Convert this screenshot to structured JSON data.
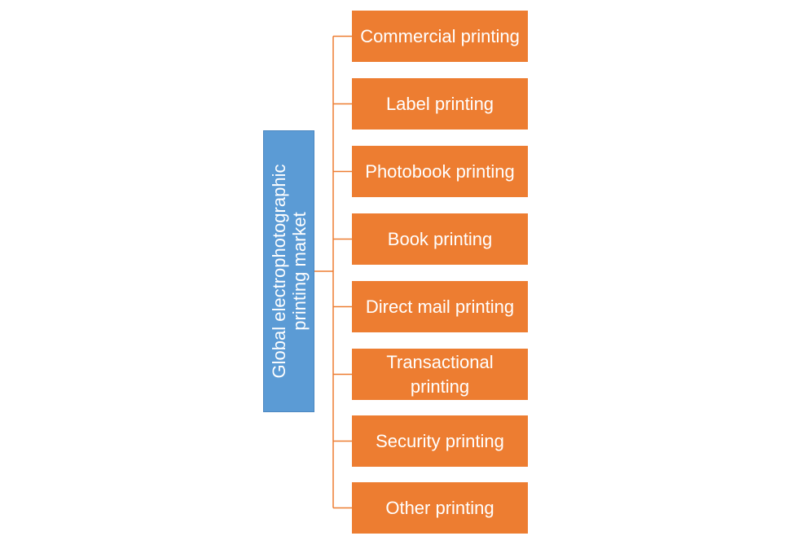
{
  "root": {
    "label": "Global electrophotographic printing market"
  },
  "children": [
    {
      "label": "Commercial printing"
    },
    {
      "label": "Label printing"
    },
    {
      "label": "Photobook printing"
    },
    {
      "label": "Book printing"
    },
    {
      "label": "Direct mail printing"
    },
    {
      "label": "Transactional printing"
    },
    {
      "label": "Security printing"
    },
    {
      "label": "Other printing"
    }
  ],
  "colors": {
    "root": "#5b9bd5",
    "child": "#ed7d31",
    "connector": "#ed7d31",
    "text": "#ffffff"
  }
}
